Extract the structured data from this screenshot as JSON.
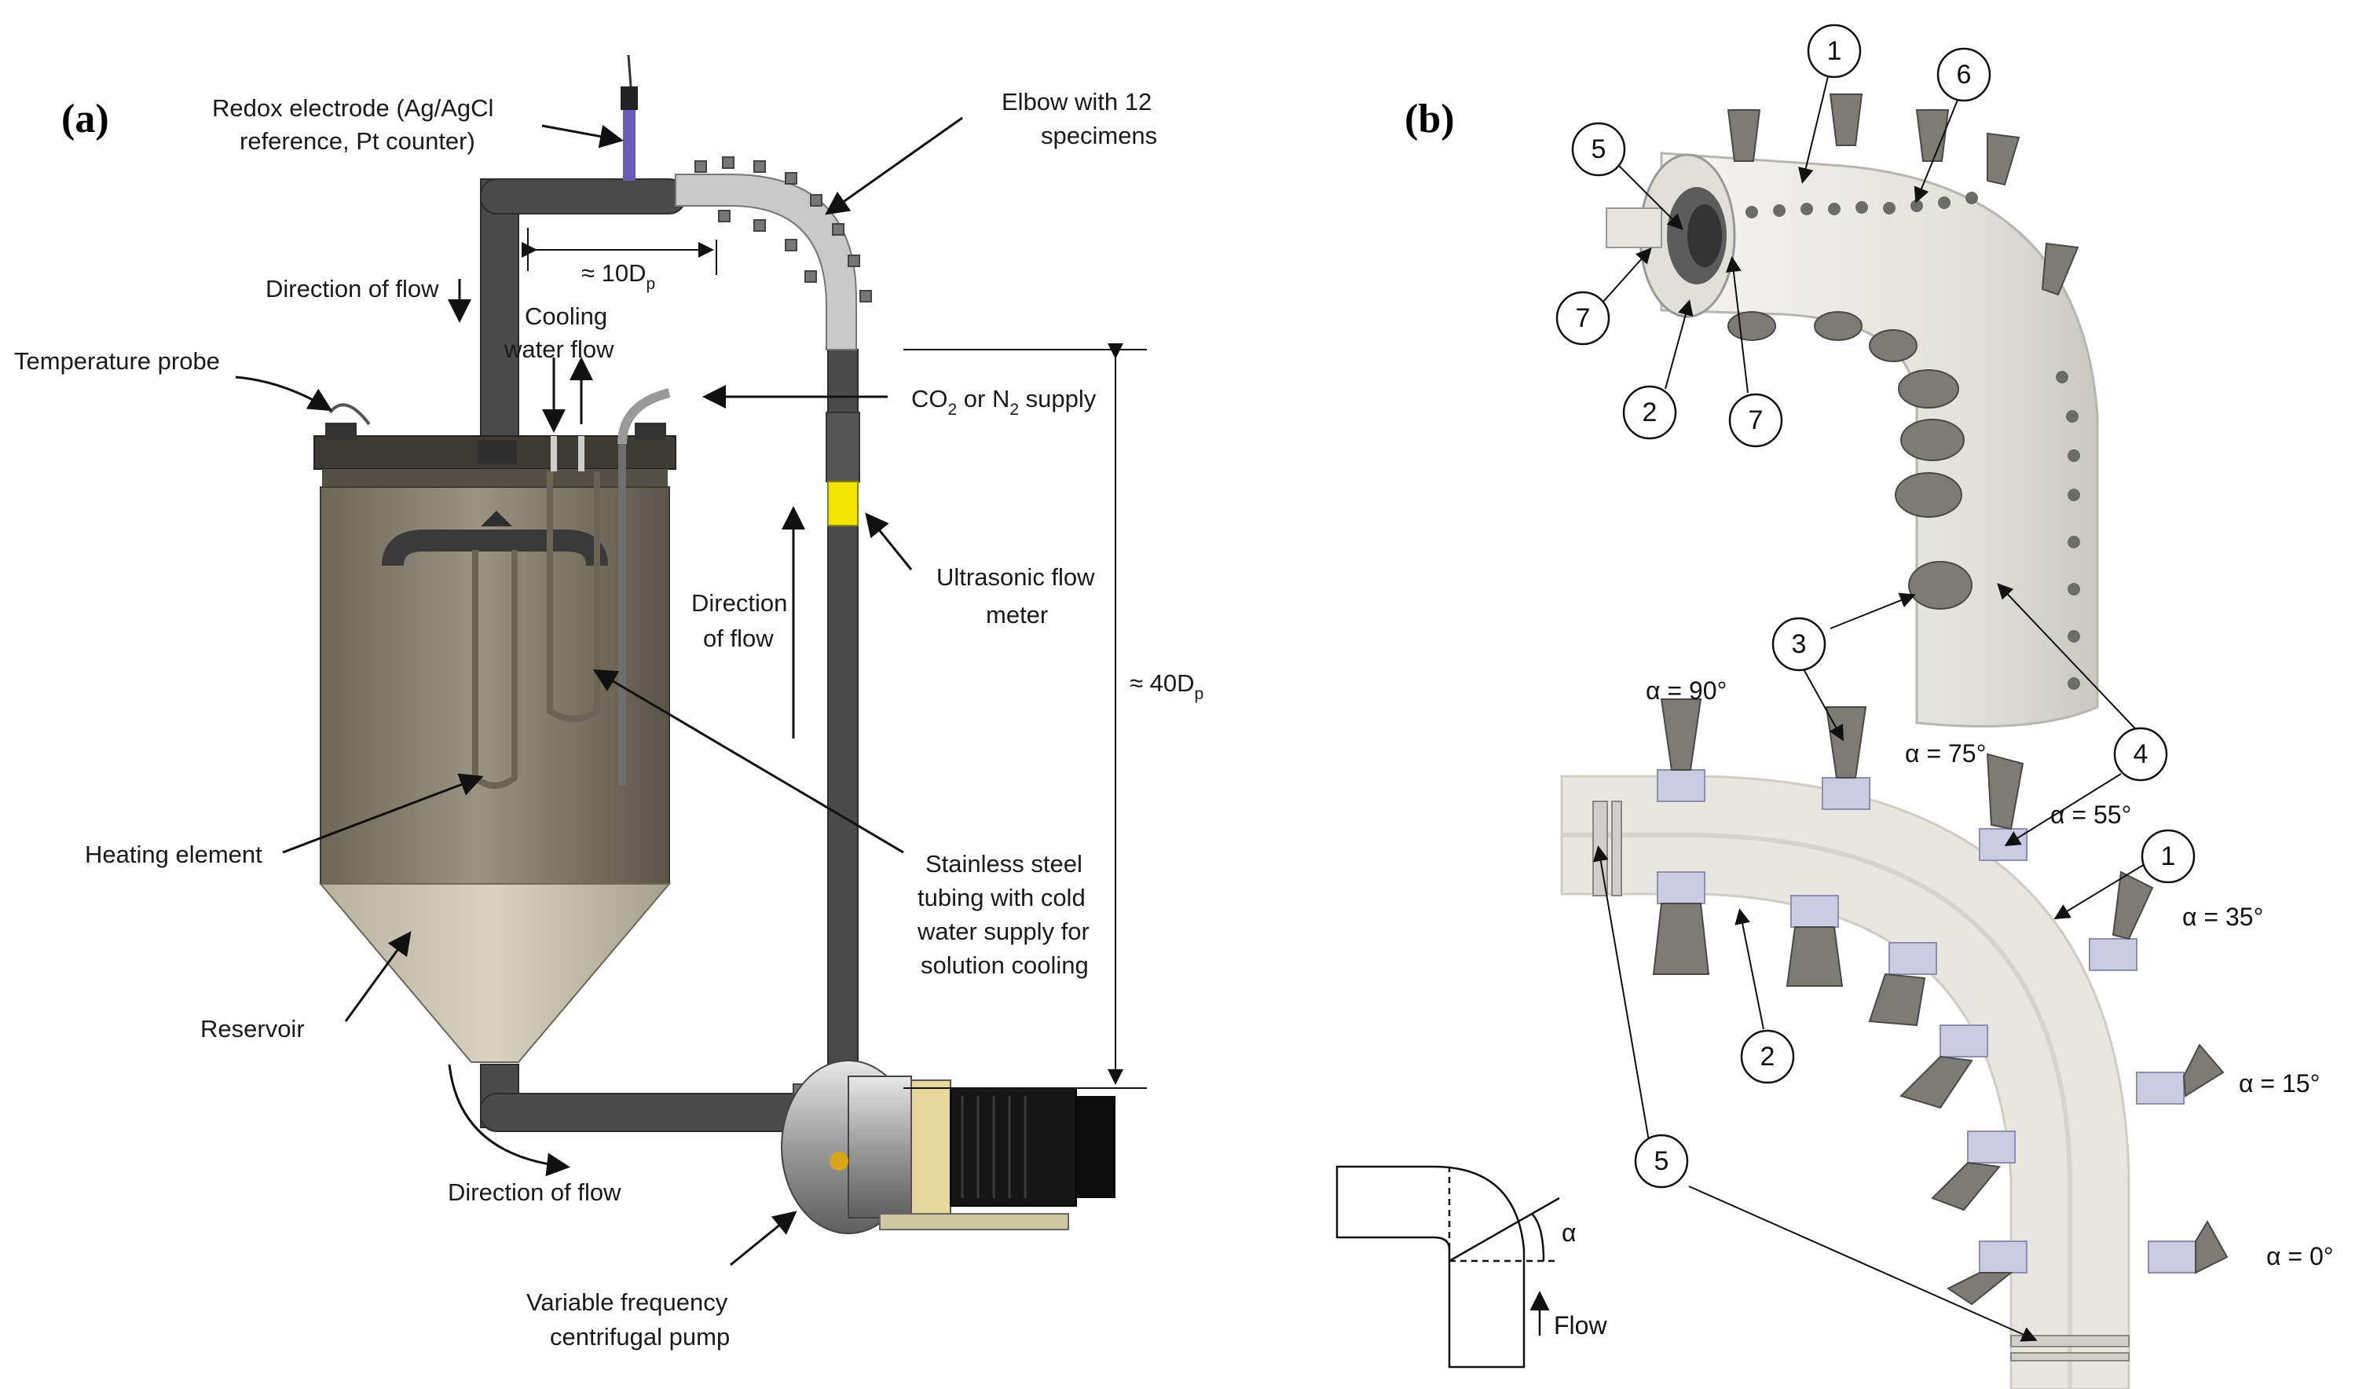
{
  "panel_a": {
    "label": "(a)",
    "redox_line1": "Redox electrode  (Ag/AgCl",
    "redox_line2": "reference,  Pt counter)",
    "elbow_line1": "Elbow with 12",
    "elbow_line2": "specimens",
    "dist_10": "≈ 10D",
    "dist_10_sub": "p",
    "direction_flow_top": "Direction of flow",
    "cooling_line1": "Cooling",
    "cooling_line2": "water flow",
    "temperature_probe": "Temperature probe",
    "co2_pre": "CO",
    "co2_sub": "2",
    "co2_mid": " or N",
    "n2_sub": "2",
    "co2_post": " supply",
    "dir_mid_line1": "Direction",
    "dir_mid_line2": "of flow",
    "ultra_line1": "Ultrasonic flow",
    "ultra_line2": "meter",
    "dist_40": "≈ 40D",
    "dist_40_sub": "p",
    "heating_element": "Heating element",
    "stainless_line1": "Stainless steel",
    "stainless_line2": "tubing with cold",
    "stainless_line3": "water supply for",
    "stainless_line4": "solution cooling",
    "reservoir": "Reservoir",
    "direction_flow_bottom": "Direction of flow",
    "pump_line1": "Variable frequency",
    "pump_line2": "centrifugal pump"
  },
  "panel_b": {
    "label": "(b)",
    "callouts_top": [
      "1",
      "6",
      "5",
      "7",
      "2",
      "7"
    ],
    "callouts_bottom": [
      "3",
      "4",
      "1",
      "2",
      "5"
    ],
    "angle_90": "α = 90°",
    "angle_75": "α = 75°",
    "angle_55": "α = 55°",
    "angle_35": "α = 35°",
    "angle_15": "α = 15°",
    "angle_0": "α = 0°",
    "inset_alpha": "α",
    "inset_flow": "Flow"
  },
  "colors": {
    "tank": "#8a8373",
    "tank_dark": "#5f594c",
    "pipe": "#4a4a4a",
    "flowmeter": "#f2e600",
    "elbow_body": "#ecebe8",
    "specimen": "#7d7b75",
    "holder": "#c9c9e0"
  }
}
